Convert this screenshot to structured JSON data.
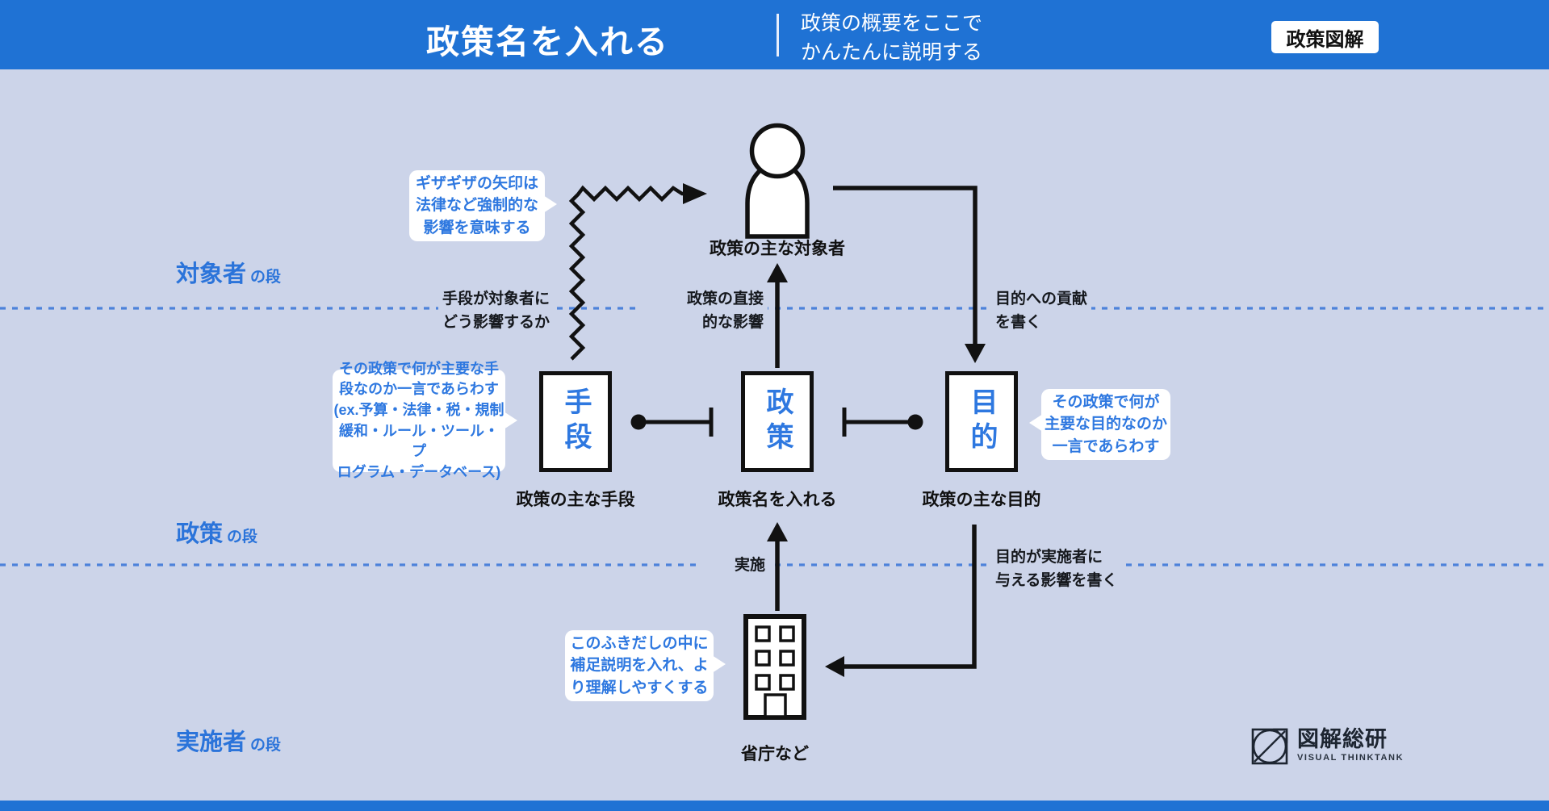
{
  "header": {
    "title": "政策名を入れる",
    "subtitle": "政策の概要をここで\nかんたんに説明する",
    "badge": "政策図解"
  },
  "tiers": [
    {
      "name": "対象者",
      "suffix": "の段"
    },
    {
      "name": "政策",
      "suffix": "の段"
    },
    {
      "name": "実施者",
      "suffix": "の段"
    }
  ],
  "nodes": {
    "target": {
      "icon": "person-icon",
      "label": "政策の主な対象者"
    },
    "means": {
      "box_text": "手段",
      "label": "政策の主な手段"
    },
    "policy": {
      "box_text": "政策",
      "label": "政策名を入れる"
    },
    "purpose": {
      "box_text": "目的",
      "label": "政策の主な目的"
    },
    "implementer": {
      "icon": "building-icon",
      "label": "省庁など"
    }
  },
  "edge_labels": {
    "means_to_target": "手段が対象者に\nどう影響するか",
    "policy_to_target": "政策の直接\n的な影響",
    "target_to_purpose": "目的への貢献\nを書く",
    "implement": "実施",
    "purpose_to_implementer": "目的が実施者に\n与える影響を書く"
  },
  "callouts": {
    "zigzag": "ギザギザの矢印は\n法律など強制的な\n影響を意味する",
    "means": "その政策で何が主要な手\n段なのか一言であらわす\n(ex.予算・法律・税・規制\n緩和・ルール・ツール・プ\nログラム・データベース)",
    "purpose": "その政策で何が\n主要な目的なのか\n一言であらわす",
    "implementer": "このふきだしの中に\n補足説明を入れ、よ\nり理解しやすくする"
  },
  "logo": {
    "name": "図解総研",
    "tagline": "VISUAL THINKTANK",
    "icon": "zukai-soken-mark"
  },
  "colors": {
    "header_blue": "#1f72d4",
    "body_background": "#ccd4e9",
    "accent_text_blue": "#2e78e0",
    "tier_label_blue": "#2b74da",
    "dotted_line_blue": "#4d82da",
    "outline_black": "#111111",
    "logo_navy": "#1d2531"
  }
}
